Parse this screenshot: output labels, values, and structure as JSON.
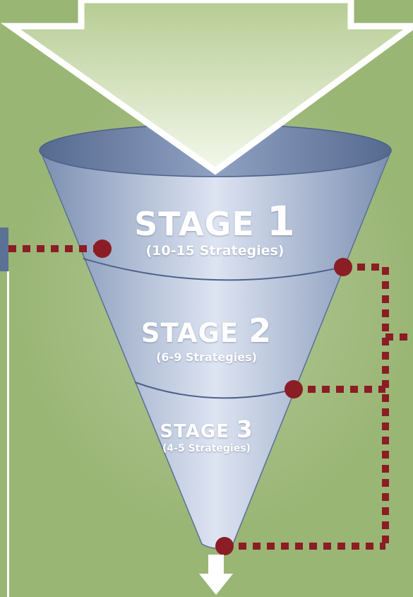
{
  "colors": {
    "background": "#9ab675",
    "funnel_light": "#dfe6f3",
    "funnel_dark": "#6f83a8",
    "funnel_rim": "#5a6f97",
    "connector": "#8b1d24",
    "arrow_fill": "#f0f5e4",
    "left_panel": "#5c7196"
  },
  "stages": [
    {
      "word": "STAGE",
      "number": "1",
      "subtitle": "(10-15 Strategies)"
    },
    {
      "word": "STAGE",
      "number": "2",
      "subtitle": "(6-9 Strategies)"
    },
    {
      "word": "STAGE",
      "number": "3",
      "subtitle": "(4-5 Strategies)"
    }
  ]
}
